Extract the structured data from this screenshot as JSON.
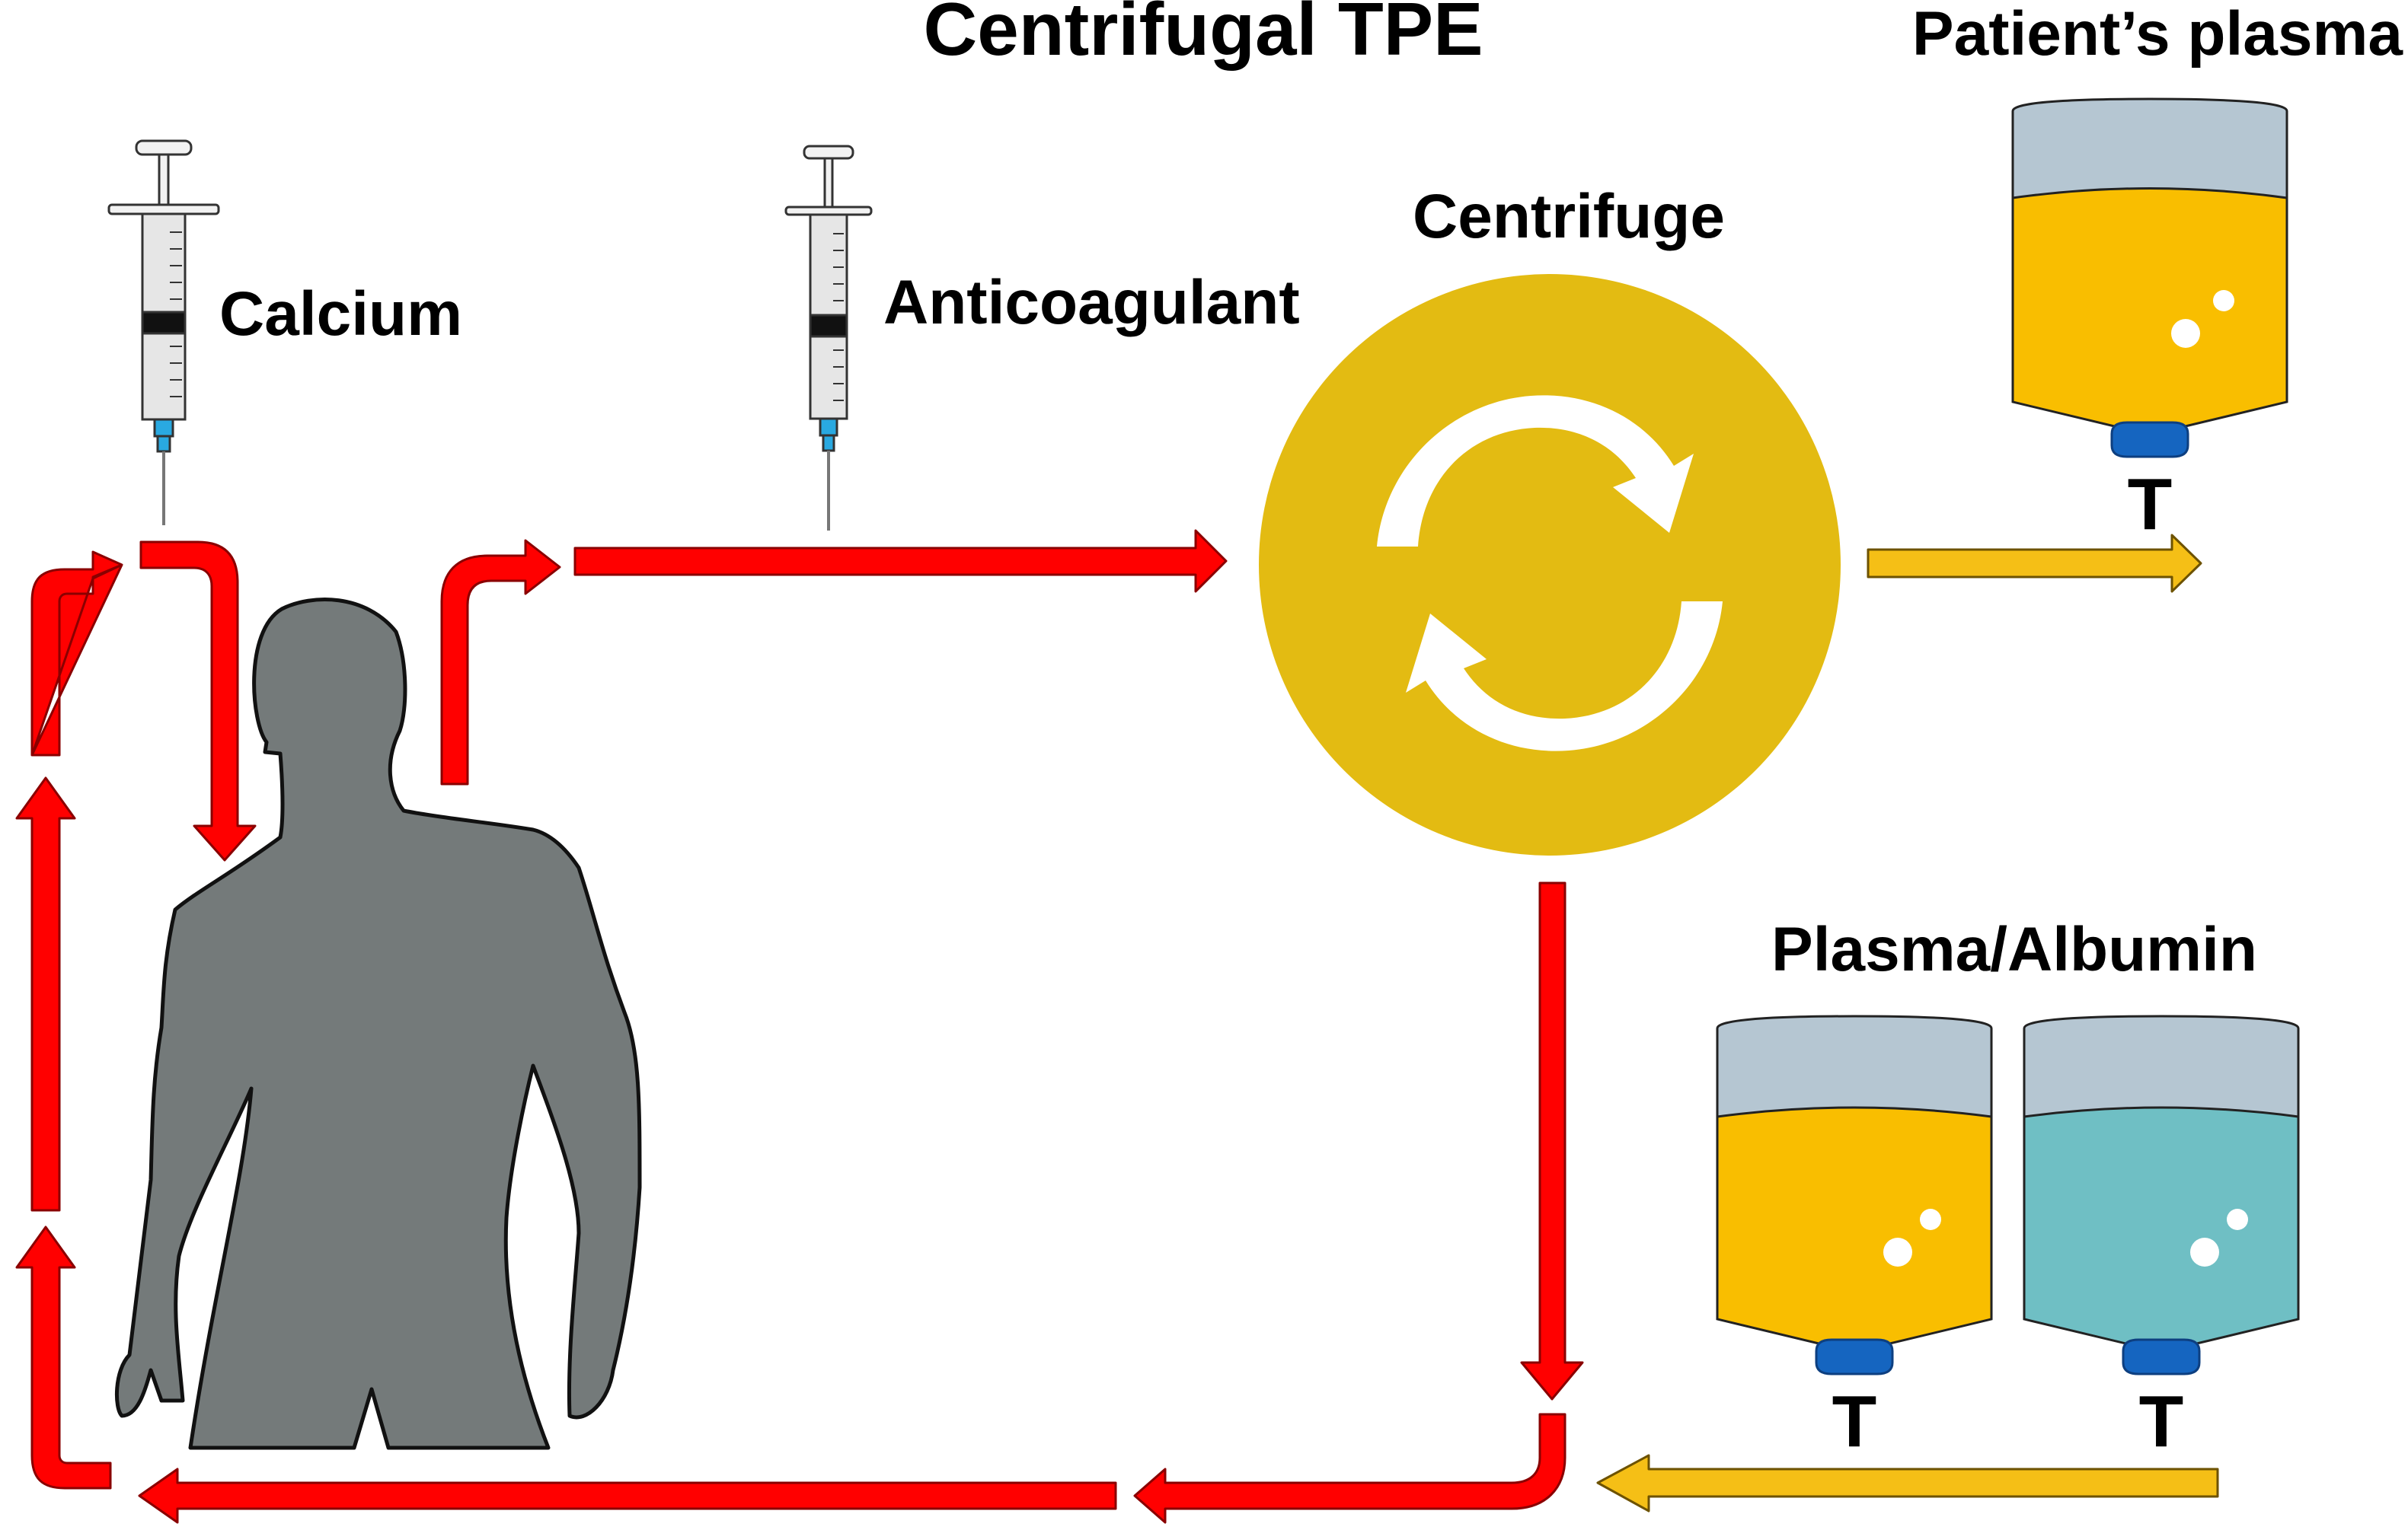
{
  "title": "Centrifugal TPE",
  "labels": {
    "calcium": "Calcium",
    "anticoagulant": "Anticoagulant",
    "centrifuge": "Centrifuge",
    "patients_plasma": "Patient’s plasma",
    "plasma_albumin": "Plasma/Albumin"
  },
  "bag_clamp_letter": "T",
  "colors": {
    "blood_line": "#ff0000",
    "plasma_line": "#f5bf16",
    "centrifuge": "#e3bb12",
    "plasma_fluid": "#f9be00",
    "albumin_fluid": "#6fbfc4",
    "bag_cap": "#b5c6d2",
    "clamp": "#1565c0",
    "body": "#747a7a",
    "syringe_plunger": "#ffffff",
    "needle_hub": "#29a9e1"
  },
  "icons": [
    "syringe-icon",
    "centrifuge-rotation-icon",
    "human-body-icon",
    "fluid-bag-icon"
  ]
}
